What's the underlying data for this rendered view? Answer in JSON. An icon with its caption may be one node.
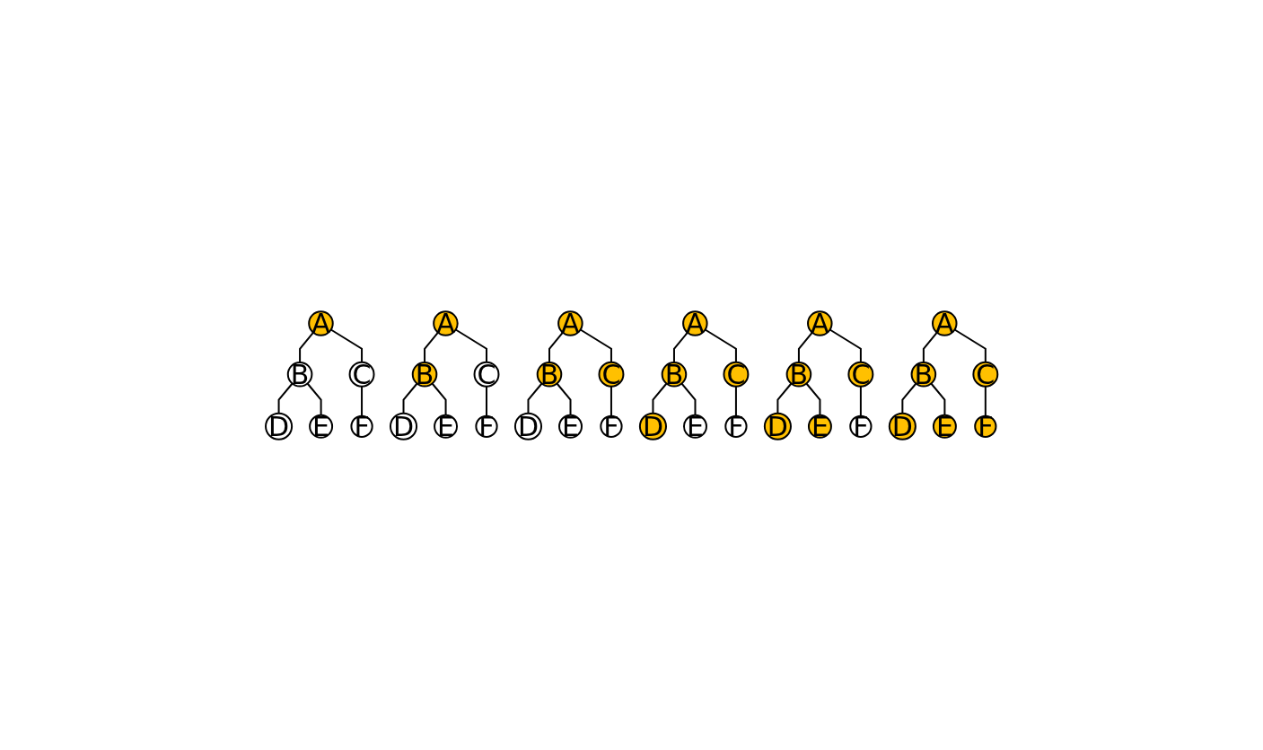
{
  "diagram": {
    "nodes": [
      {
        "text": [
          "A"
        ]
      },
      {
        "text": [
          "B"
        ]
      },
      {
        "text": [
          "C"
        ]
      },
      {
        "text": [
          "D"
        ]
      },
      {
        "text": [
          "E"
        ]
      },
      {
        "text": [
          "F"
        ]
      },
      {
        "text": [
          "A"
        ]
      },
      {
        "text": [
          "B"
        ]
      },
      {
        "text": [
          "C"
        ]
      },
      {
        "text": [
          "D"
        ]
      },
      {
        "text": [
          "E"
        ]
      },
      {
        "text": [
          "F"
        ]
      },
      {
        "text": [
          "A"
        ]
      },
      {
        "text": [
          "B"
        ]
      },
      {
        "text": [
          "C"
        ]
      },
      {
        "text": [
          "D"
        ]
      },
      {
        "text": [
          "E"
        ]
      },
      {
        "text": [
          "F"
        ]
      },
      {
        "text": [
          "A"
        ]
      },
      {
        "text": [
          "B"
        ]
      },
      {
        "text": [
          "C"
        ]
      },
      {
        "text": [
          "D"
        ]
      },
      {
        "text": [
          "E"
        ]
      },
      {
        "text": [
          "F"
        ]
      },
      {
        "text": [
          "A"
        ]
      },
      {
        "text": [
          "B"
        ]
      },
      {
        "text": [
          "C"
        ]
      },
      {
        "text": [
          "D"
        ]
      },
      {
        "text": [
          "E"
        ]
      },
      {
        "text": [
          "F"
        ]
      },
      {
        "text": [
          "A"
        ]
      },
      {
        "text": [
          "B"
        ]
      },
      {
        "text": [
          "C"
        ]
      },
      {
        "text": [
          "D"
        ]
      },
      {
        "text": [
          "E"
        ]
      },
      {
        "text": [
          "F"
        ]
      }
    ],
    "edges": [
      {
        "from": 0,
        "to": 1,
        "arrow": "none"
      },
      {
        "from": 0,
        "to": 2,
        "arrow": "none"
      },
      {
        "from": 1,
        "to": 3,
        "arrow": "none"
      },
      {
        "from": 1,
        "to": 4,
        "arrow": "none"
      },
      {
        "from": 2,
        "to": 5,
        "arrow": "none"
      },
      {
        "from": 6,
        "to": 7,
        "arrow": "none"
      },
      {
        "from": 6,
        "to": 8,
        "arrow": "none"
      },
      {
        "from": 7,
        "to": 9,
        "arrow": "none"
      },
      {
        "from": 7,
        "to": 10,
        "arrow": "none"
      },
      {
        "from": 8,
        "to": 11,
        "arrow": "none"
      },
      {
        "from": 12,
        "to": 13,
        "arrow": "none"
      },
      {
        "from": 12,
        "to": 14,
        "arrow": "none"
      },
      {
        "from": 13,
        "to": 15,
        "arrow": "none"
      },
      {
        "from": 13,
        "to": 16,
        "arrow": "none"
      },
      {
        "from": 14,
        "to": 17,
        "arrow": "none"
      },
      {
        "from": 18,
        "to": 19,
        "arrow": "none"
      },
      {
        "from": 18,
        "to": 20,
        "arrow": "none"
      },
      {
        "from": 19,
        "to": 21,
        "arrow": "none"
      },
      {
        "from": 19,
        "to": 22,
        "arrow": "none"
      },
      {
        "from": 20,
        "to": 23,
        "arrow": "none"
      },
      {
        "from": 24,
        "to": 25,
        "arrow": "none"
      },
      {
        "from": 24,
        "to": 26,
        "arrow": "none"
      },
      {
        "from": 25,
        "to": 27,
        "arrow": "none"
      },
      {
        "from": 25,
        "to": 28,
        "arrow": "none"
      },
      {
        "from": 26,
        "to": 29,
        "arrow": "none"
      },
      {
        "from": 30,
        "to": 31,
        "arrow": "none"
      },
      {
        "from": 30,
        "to": 32,
        "arrow": "none"
      },
      {
        "from": 31,
        "to": 33,
        "arrow": "none"
      },
      {
        "from": 31,
        "to": 34,
        "arrow": "none"
      },
      {
        "from": 32,
        "to": 35,
        "arrow": "none"
      }
    ]
  }
}
